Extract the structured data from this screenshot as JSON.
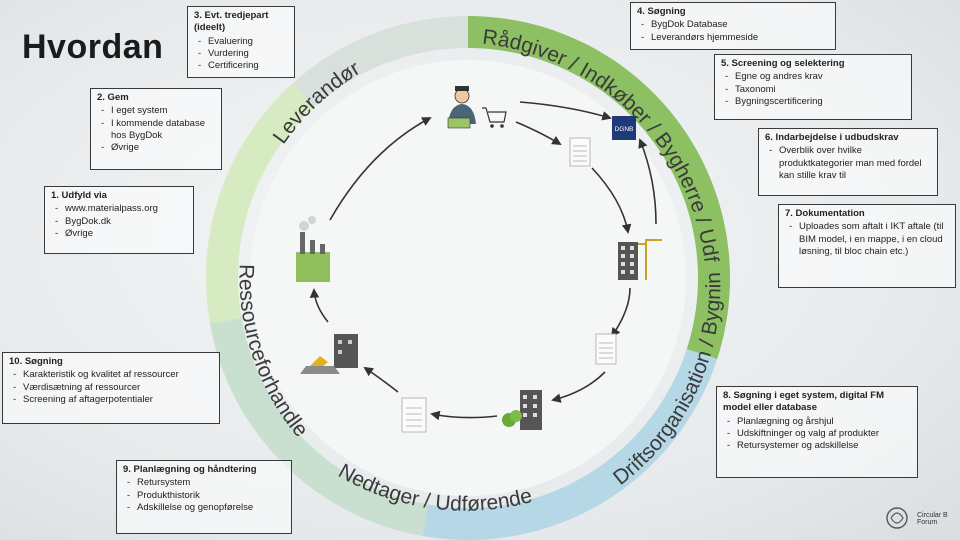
{
  "title": "Hvordan",
  "ring": {
    "segments": [
      {
        "label": "Rådgiver / Indkøber / Bygherre / Udførende",
        "color": "#8cc063"
      },
      {
        "label": "Driftsorganisation / Bygningsejer",
        "color": "#b5d7e6"
      },
      {
        "label": "Nedtager / Udførende",
        "color": "#c9e0d0"
      },
      {
        "label": "Ressourceforhandler",
        "color": "#d7ebc2"
      },
      {
        "label": "Leverandør",
        "color": "#d8e0dc"
      }
    ]
  },
  "boxes": {
    "b1": {
      "heading": "1. Udfyld via",
      "items": [
        "www.materialpass.org",
        "BygDok.dk",
        "Øvrige"
      ]
    },
    "b2": {
      "heading": "2. Gem",
      "items": [
        "I eget system",
        "I kommende database hos BygDok",
        "Øvrige"
      ]
    },
    "b3": {
      "heading": "3. Evt. tredjepart (ideelt)",
      "items": [
        "Evaluering",
        "Vurdering",
        "Certificering"
      ]
    },
    "b4": {
      "heading": "4. Søgning",
      "items": [
        "BygDok Database",
        "Leverandørs hjemmeside"
      ]
    },
    "b5": {
      "heading": "5. Screening og selektering",
      "items": [
        "Egne og andres krav",
        "Taxonomi",
        "Bygningscertificering"
      ]
    },
    "b6": {
      "heading": "6. Indarbejdelse i udbudskrav",
      "items": [
        "Overblik over hvilke produktkategorier man med fordel kan stille krav til"
      ]
    },
    "b7": {
      "heading": "7.   Dokumentation",
      "items": [
        "Uploades som aftalt i IKT aftale (til BIM model, i en mappe, i en cloud løsning, til bloc chain etc.)"
      ]
    },
    "b8": {
      "heading": "8. Søgning i eget system, digital FM model eller database",
      "items": [
        "Planlægning og årshjul",
        "Udskiftninger og valg af produkter",
        "Retursystemer og adskillelse"
      ]
    },
    "b9": {
      "heading": "9. Planlægning og håndtering",
      "items": [
        "Retursystem",
        "Produkthistorik",
        "Adskillelse og genopførelse"
      ]
    },
    "b10": {
      "heading": "10. Søgning",
      "items": [
        "Karakteristik og kvalitet af ressourcer",
        "Værdisætning af ressourcer",
        "Screening af aftagerpotentialer"
      ]
    }
  },
  "icons": {
    "designer": "person-laptop-cart-icon",
    "dgnb": "DGNB",
    "logo_text": "Circular B Forum"
  }
}
